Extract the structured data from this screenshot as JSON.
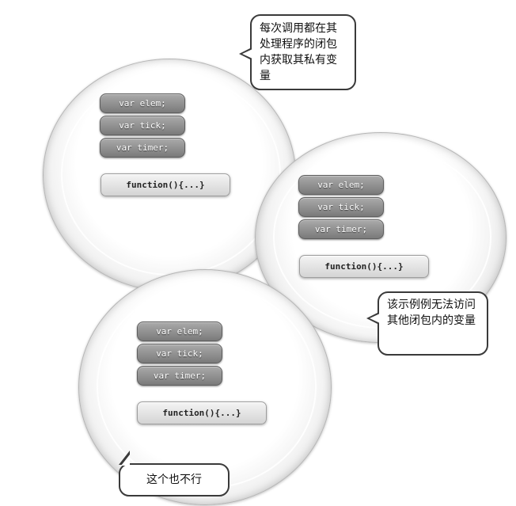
{
  "closures": [
    {
      "vars": [
        "var elem;",
        "var tick;",
        "var timer;"
      ],
      "function_label": "function(){...}"
    },
    {
      "vars": [
        "var elem;",
        "var tick;",
        "var timer;"
      ],
      "function_label": "function(){...}"
    },
    {
      "vars": [
        "var elem;",
        "var tick;",
        "var timer;"
      ],
      "function_label": "function(){...}"
    }
  ],
  "callouts": {
    "top": "每次调用都在其处理程序的闭包内获取其私有变量",
    "right": "该示例例无法访问其他闭包内的变量",
    "bottom": "这个也不行"
  },
  "colors": {
    "var_pill": "#8a8a8a",
    "function_pill": "#e2e2e2",
    "callout_border": "#3a3a3a",
    "bubble_rim": "#bdbdbd"
  }
}
